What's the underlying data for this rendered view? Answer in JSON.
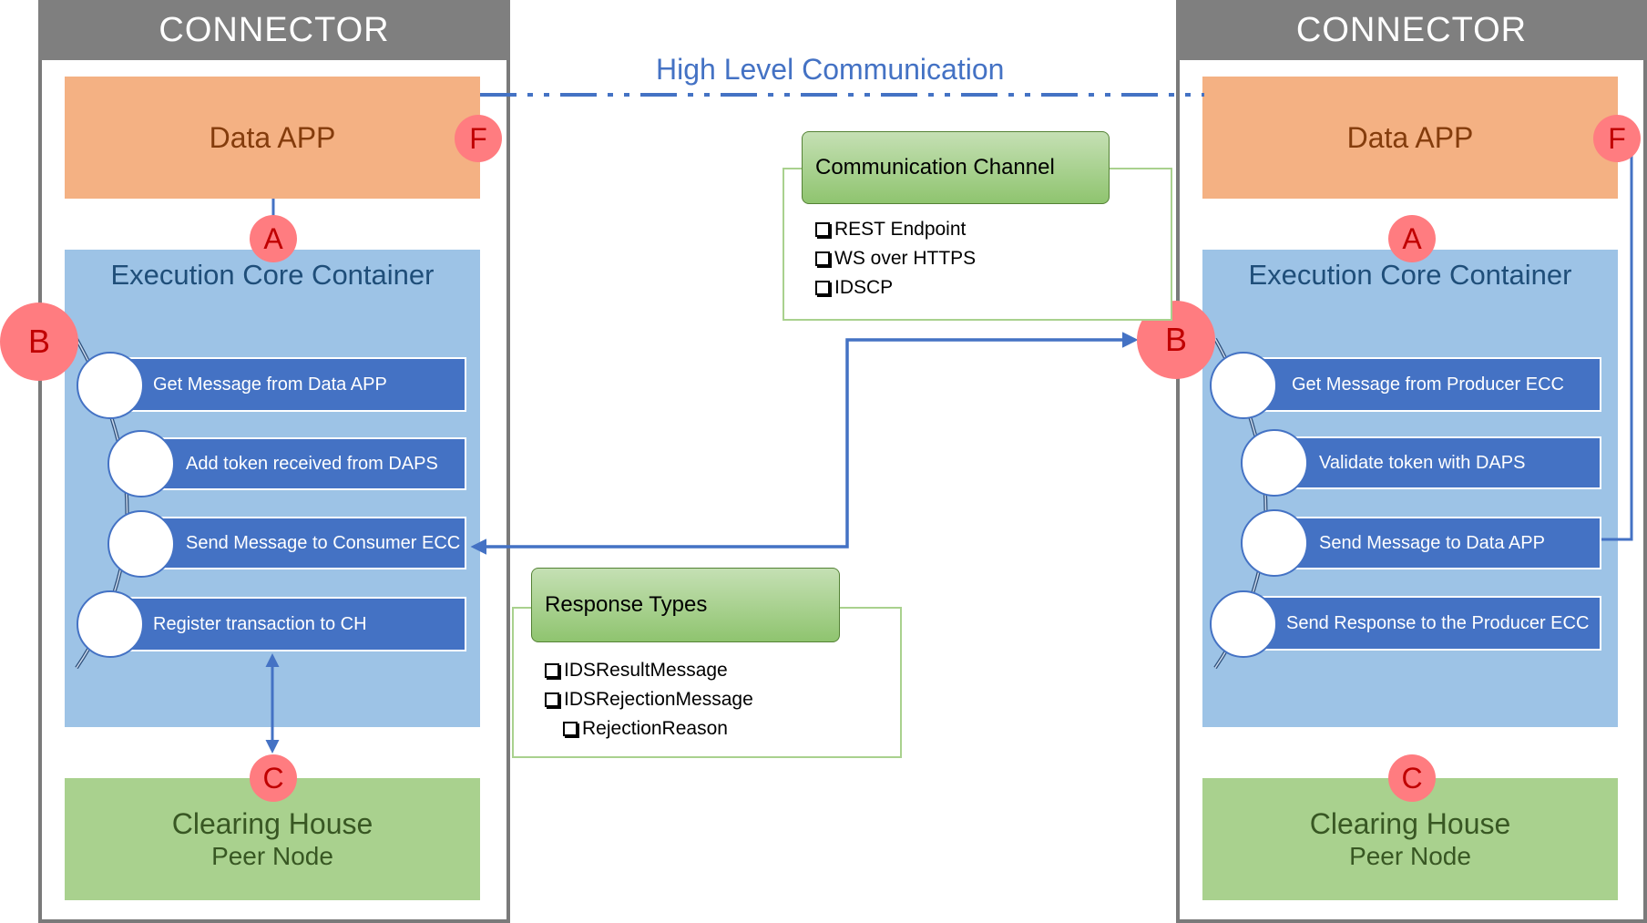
{
  "connectors": [
    {
      "header": "CONNECTOR",
      "data_app": {
        "label": "Data APP",
        "badge": "F"
      },
      "badge_a": "A",
      "ecc": {
        "title": "Execution Core Container",
        "badge": "B",
        "steps": [
          "Get Message from Data APP",
          "Add token received from DAPS",
          "Send Message to Consumer  ECC",
          "Register transaction to CH"
        ]
      },
      "badge_c": "C",
      "clearing_house": {
        "title": "Clearing House",
        "subtitle": "Peer Node"
      }
    },
    {
      "header": "CONNECTOR",
      "data_app": {
        "label": "Data APP",
        "badge": "F"
      },
      "badge_a": "A",
      "ecc": {
        "title": "Execution Core Container",
        "badge": "B",
        "steps": [
          "Get Message from Producer ECC",
          "Validate token with DAPS",
          "Send Message to Data APP",
          "Send Response to the Producer ECC"
        ]
      },
      "badge_c": "C",
      "clearing_house": {
        "title": "Clearing House",
        "subtitle": "Peer Node"
      }
    }
  ],
  "high_level_communication": "High Level Communication",
  "communication_channel": {
    "title": "Communication Channel",
    "items": [
      "REST Endpoint",
      "WS over HTTPS",
      "IDSCP"
    ]
  },
  "response_types": {
    "title": "Response Types",
    "items": [
      "IDSResultMessage",
      "IDSRejectionMessage",
      "RejectionReason"
    ]
  },
  "colors": {
    "connector_header": "#7f7f7f",
    "data_app": "#f4b183",
    "ecc": "#9dc3e6",
    "step": "#4472c4",
    "clearing_house": "#a9d18e",
    "badge": "#ff7c80",
    "badge_text": "#c00000",
    "arrow": "#4472c4"
  }
}
